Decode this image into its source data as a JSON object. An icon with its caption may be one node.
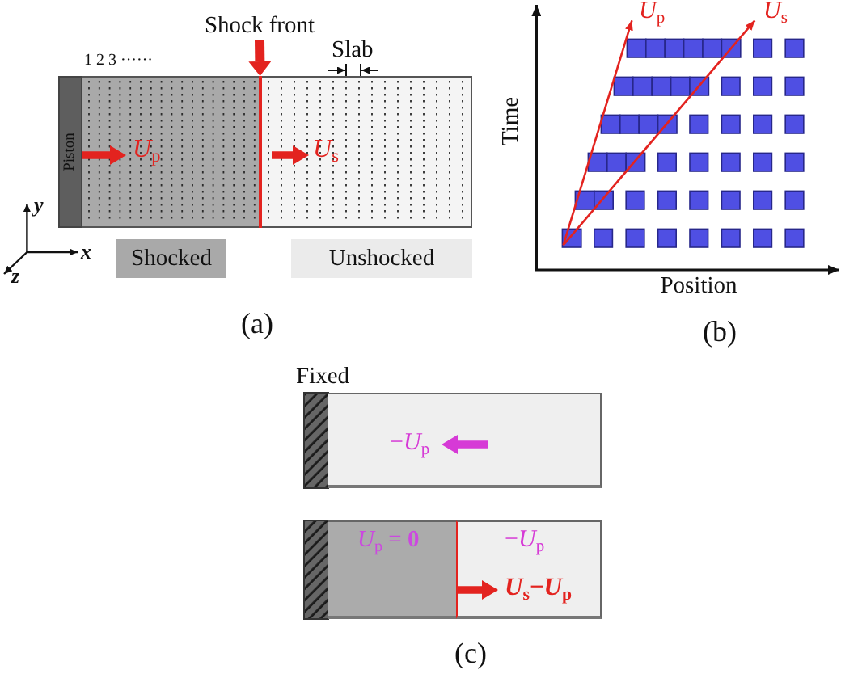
{
  "diagram": {
    "nodes": [
      {
        "text": [
          "Shock front"
        ]
      },
      {
        "text": [
          "Piston"
        ]
      },
      {
        "text": [
          "*U*$_{p}$"
        ]
      },
      {
        "text": [
          "*U*$_{s}$"
        ]
      },
      {
        "text": [
          "Shocked"
        ]
      },
      {
        "text": [
          "Unshocked"
        ]
      },
      {
        "text": [
          "−*U*$_{p}$"
        ]
      },
      {
        "text": [
          "*U*$_{p}$ = **0**"
        ]
      },
      {
        "text": [
          "−*U*$_{p}$",
          "*U*$_{s}$−*U*$_{p}$"
        ]
      },
      {
        "text": [],
        "shape": "line"
      }
    ],
    "edges": [
      {
        "from": 0,
        "to": 9,
        "arrow": "to"
      }
    ],
    "labels": [
      "Slab",
      "1 2 3 ······",
      "y",
      "x",
      "z",
      "(a)",
      "*U*$_{p}$",
      "*U*$_{s}$",
      "Time",
      "Position",
      "(b)",
      "Fixed",
      "(c)"
    ]
  }
}
